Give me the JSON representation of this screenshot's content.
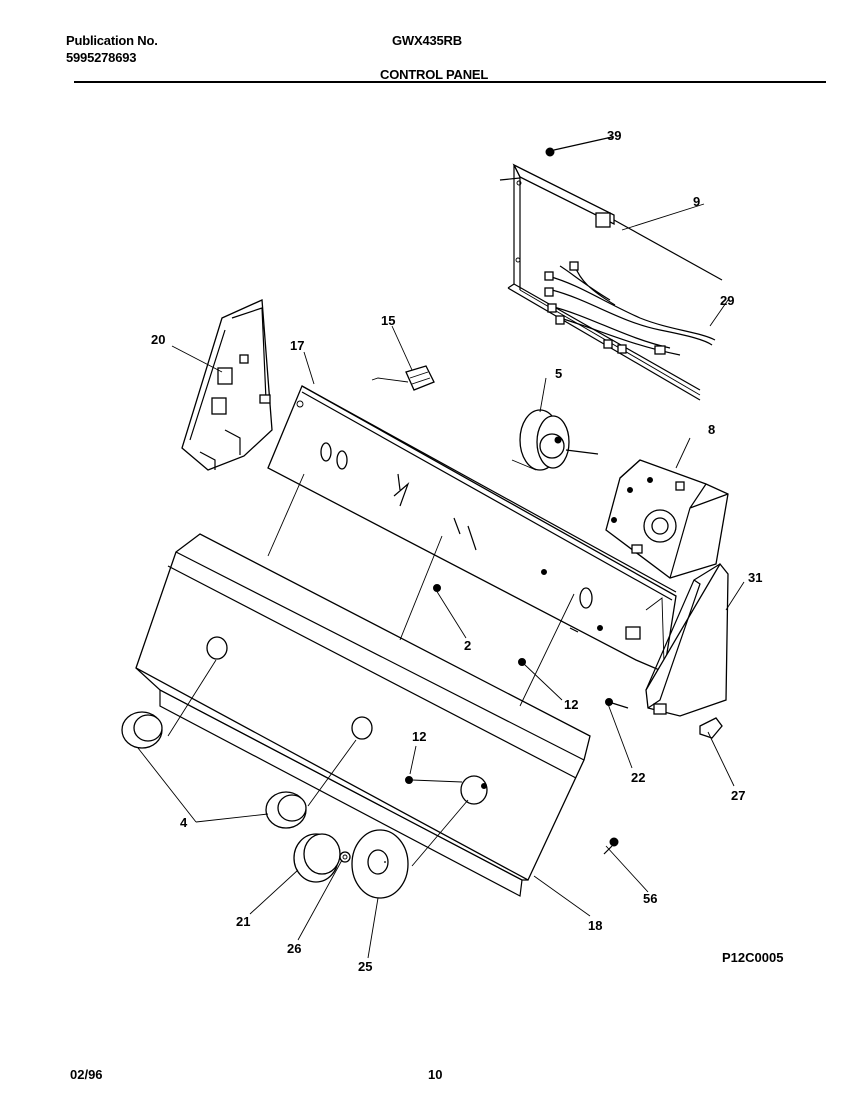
{
  "header": {
    "publication_label": "Publication No.",
    "publication_number": "5995278693",
    "model": "GWX435RB",
    "section_title": "CONTROL PANEL"
  },
  "callouts": {
    "c39": "39",
    "c9": "9",
    "c29": "29",
    "c20": "20",
    "c15": "15",
    "c17": "17",
    "c5": "5",
    "c8": "8",
    "c31": "31",
    "c2": "2",
    "c12a": "12",
    "c12b": "12",
    "c22": "22",
    "c27": "27",
    "c4": "4",
    "c21": "21",
    "c26": "26",
    "c25": "25",
    "c18": "18",
    "c56": "56"
  },
  "diagram_code": "P12C0005",
  "footer": {
    "date": "02/96",
    "page": "10"
  }
}
